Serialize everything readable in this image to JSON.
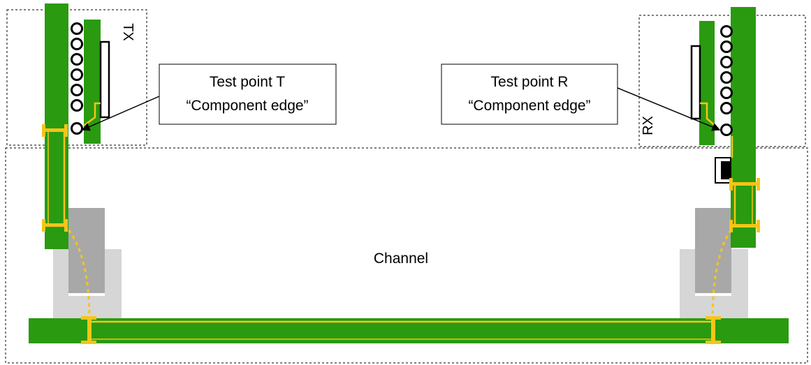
{
  "labels": {
    "tx": "TX",
    "rx": "RX",
    "channel": "Channel"
  },
  "callouts": {
    "t_line1": "Test point T",
    "t_line2": "“Component edge”",
    "r_line1": "Test point R",
    "r_line2": "“Component edge”"
  },
  "colors": {
    "board_green": "#2a9a10",
    "trace_yellow": "#f5c518",
    "connector_dark_gray": "#a8a8a8",
    "connector_light_gray": "#d6d6d6",
    "outline_black": "#000000"
  }
}
